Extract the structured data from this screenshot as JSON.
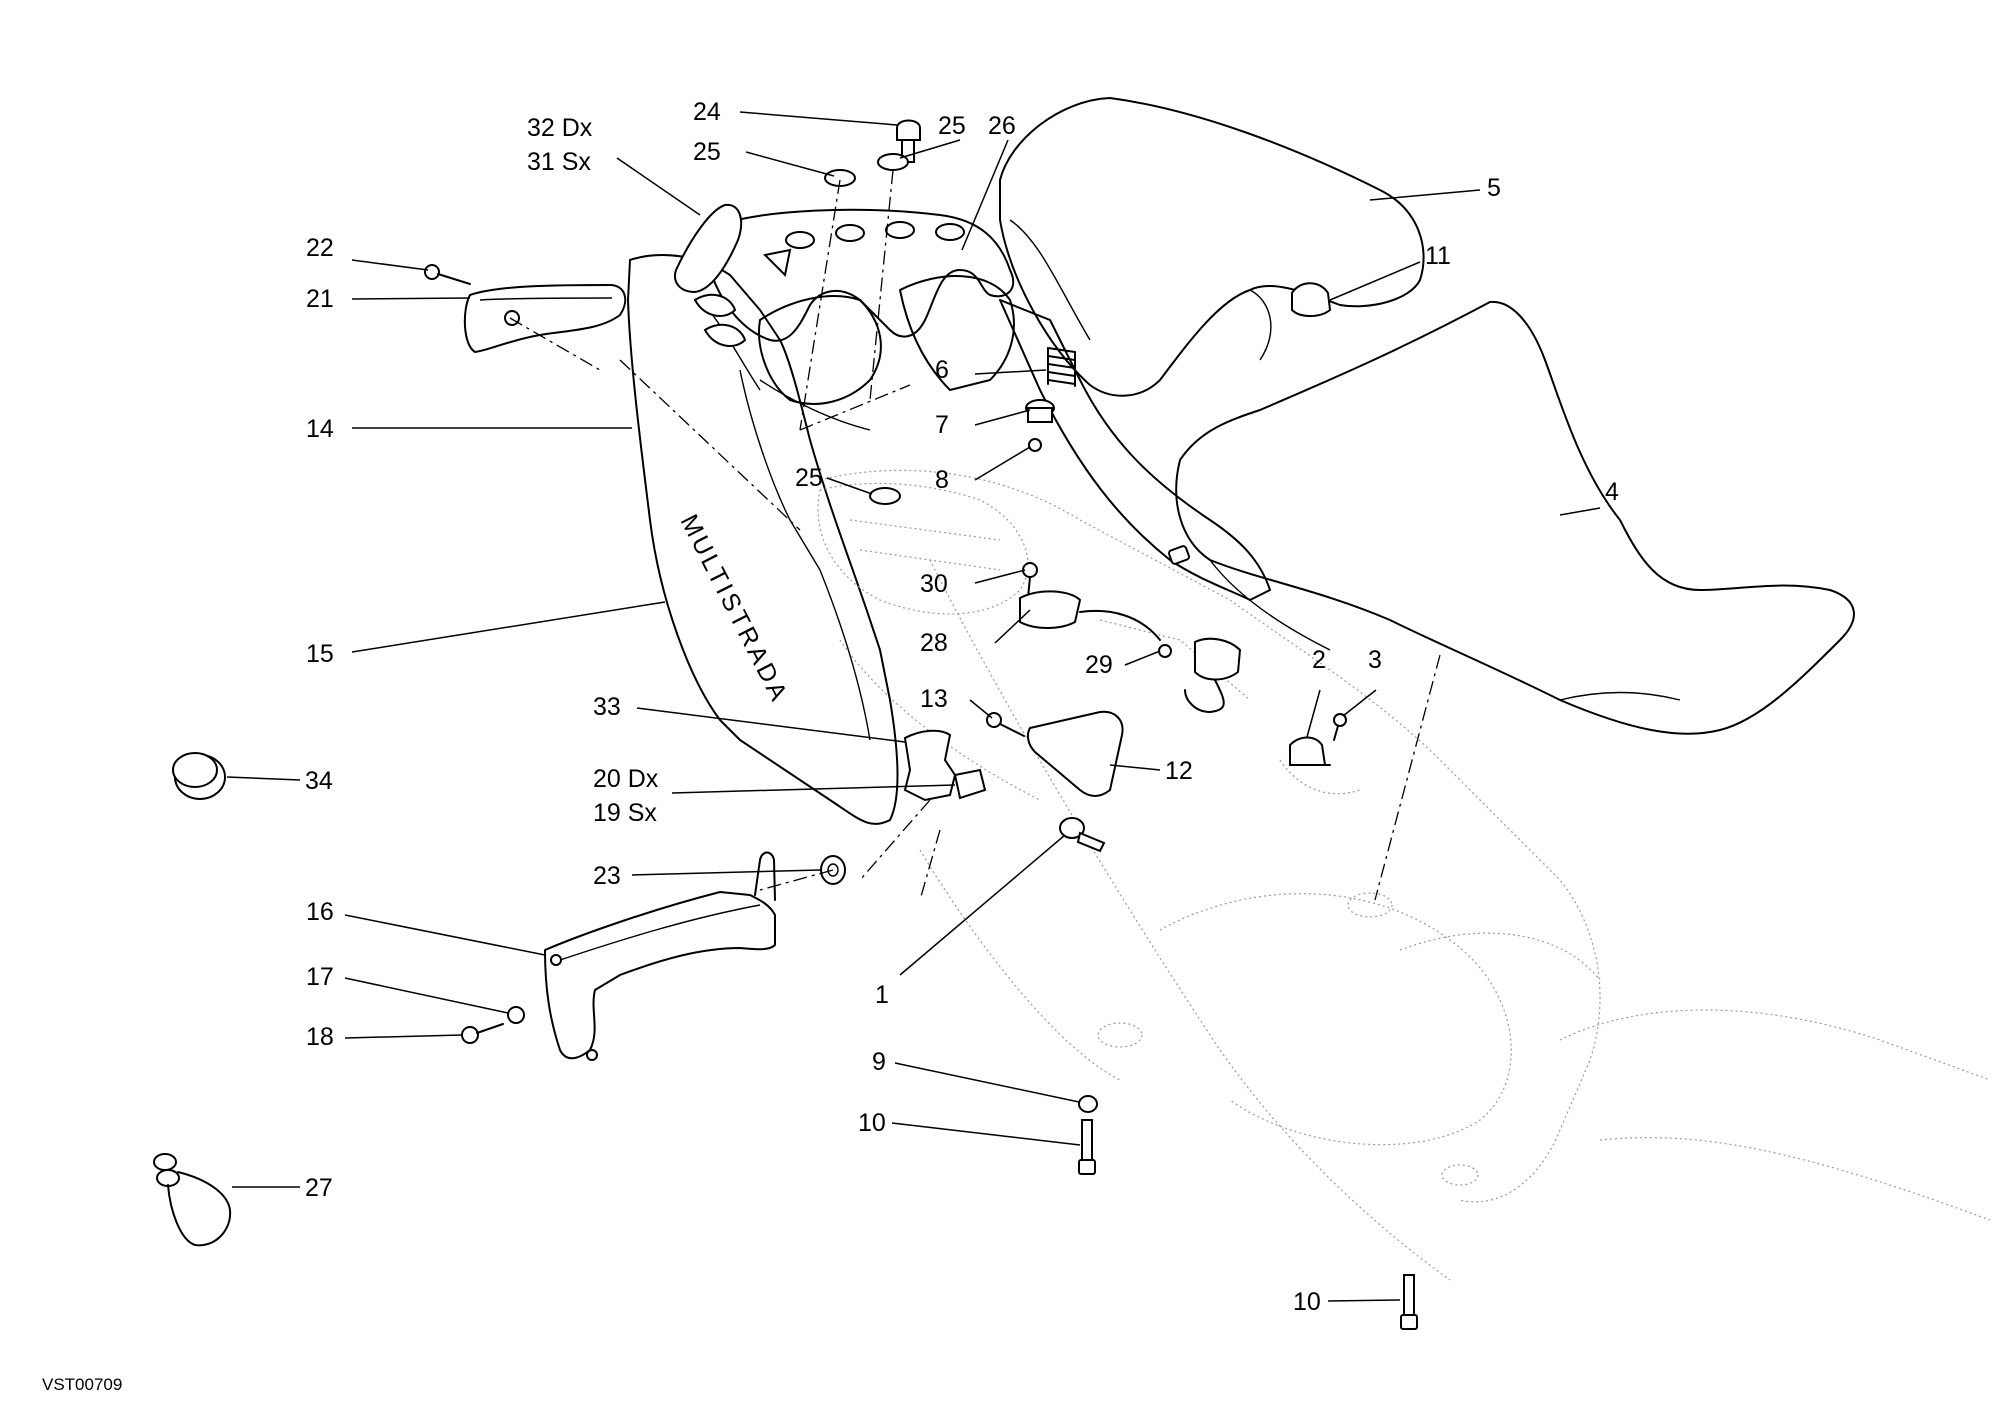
{
  "drawing_code": "VST00709",
  "branding_text": "MULTISTRADA",
  "callouts": [
    {
      "id": "c24",
      "text": "24"
    },
    {
      "id": "c25a",
      "text": "25"
    },
    {
      "id": "c25b",
      "text": "25"
    },
    {
      "id": "c26",
      "text": "26"
    },
    {
      "id": "c32",
      "text": "32 Dx"
    },
    {
      "id": "c31",
      "text": "31 Sx"
    },
    {
      "id": "c5",
      "text": "5"
    },
    {
      "id": "c11",
      "text": "11"
    },
    {
      "id": "c22",
      "text": "22"
    },
    {
      "id": "c21",
      "text": "21"
    },
    {
      "id": "c6",
      "text": "6"
    },
    {
      "id": "c7",
      "text": "7"
    },
    {
      "id": "c14",
      "text": "14"
    },
    {
      "id": "c25c",
      "text": "25"
    },
    {
      "id": "c8",
      "text": "8"
    },
    {
      "id": "c4",
      "text": "4"
    },
    {
      "id": "c30",
      "text": "30"
    },
    {
      "id": "c15",
      "text": "15"
    },
    {
      "id": "c28",
      "text": "28"
    },
    {
      "id": "c29",
      "text": "29"
    },
    {
      "id": "c2",
      "text": "2"
    },
    {
      "id": "c3",
      "text": "3"
    },
    {
      "id": "c13",
      "text": "13"
    },
    {
      "id": "c33",
      "text": "33"
    },
    {
      "id": "c12",
      "text": "12"
    },
    {
      "id": "c34",
      "text": "34"
    },
    {
      "id": "c20",
      "text": "20 Dx"
    },
    {
      "id": "c19",
      "text": "19 Sx"
    },
    {
      "id": "c23",
      "text": "23"
    },
    {
      "id": "c16",
      "text": "16"
    },
    {
      "id": "c1",
      "text": "1"
    },
    {
      "id": "c17",
      "text": "17"
    },
    {
      "id": "c18",
      "text": "18"
    },
    {
      "id": "c9",
      "text": "9"
    },
    {
      "id": "c10a",
      "text": "10"
    },
    {
      "id": "c27",
      "text": "27"
    },
    {
      "id": "c10b",
      "text": "10"
    }
  ]
}
